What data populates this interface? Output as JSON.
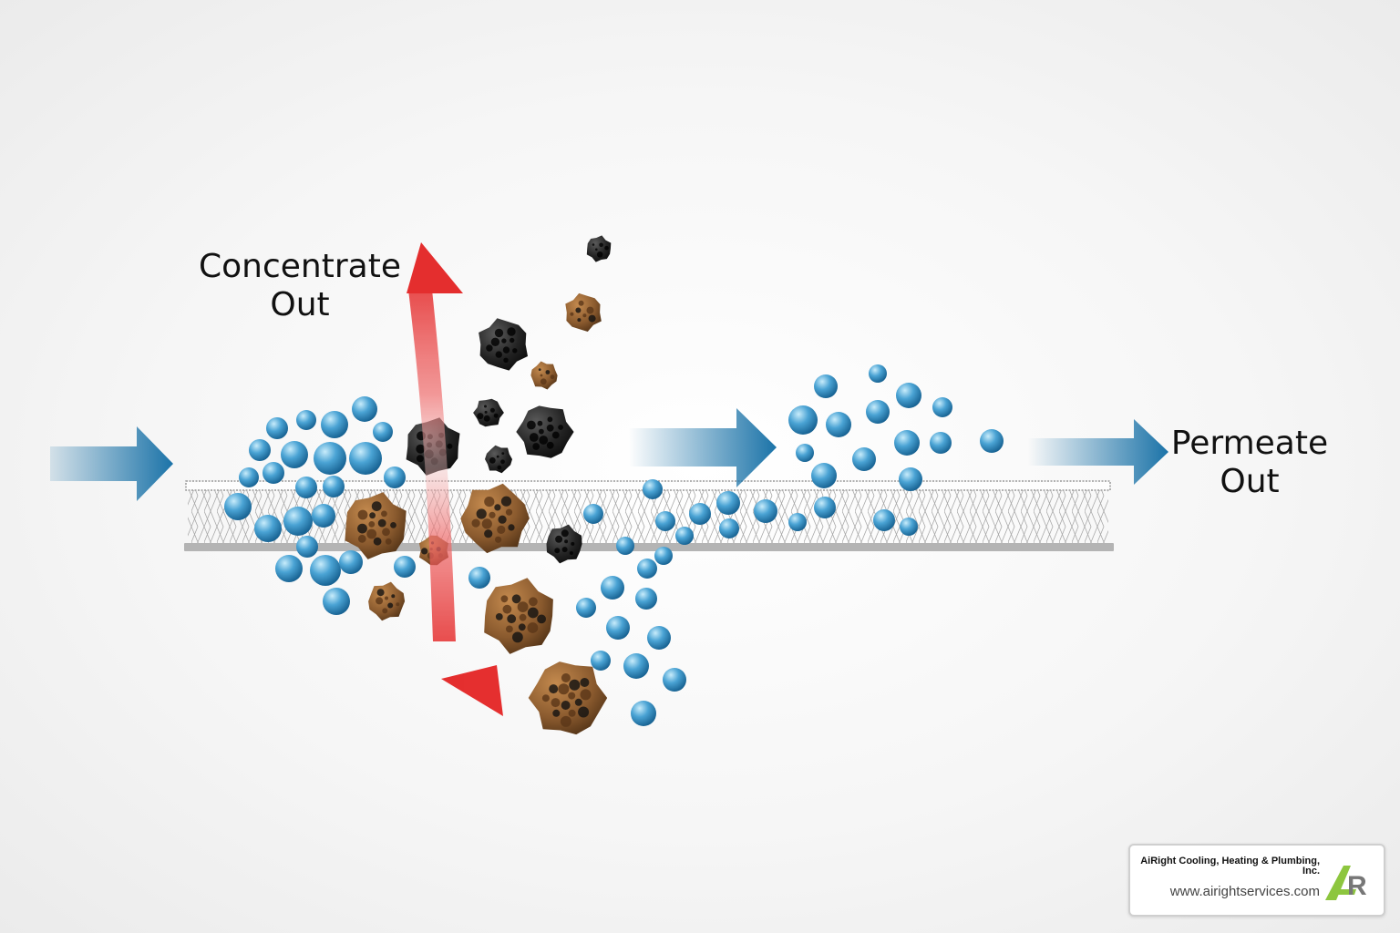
{
  "diagram": {
    "concentrate_label": "Concentrate\nOut",
    "permeate_label": "Permeate\nOut"
  },
  "branding": {
    "company": "AiRight Cooling, Heating & Plumbing,\nInc.",
    "website": "www.airightservices.com",
    "logo_text": "AR"
  },
  "colors": {
    "flow_arrow": "#1b73a8",
    "concentrate_arrow": "#e31d1d",
    "water_molecule": "#4a9fd0",
    "sediment_brown": "#8a5a2e",
    "sediment_black": "#1e1e1e",
    "logo_green": "#8dc63f"
  }
}
